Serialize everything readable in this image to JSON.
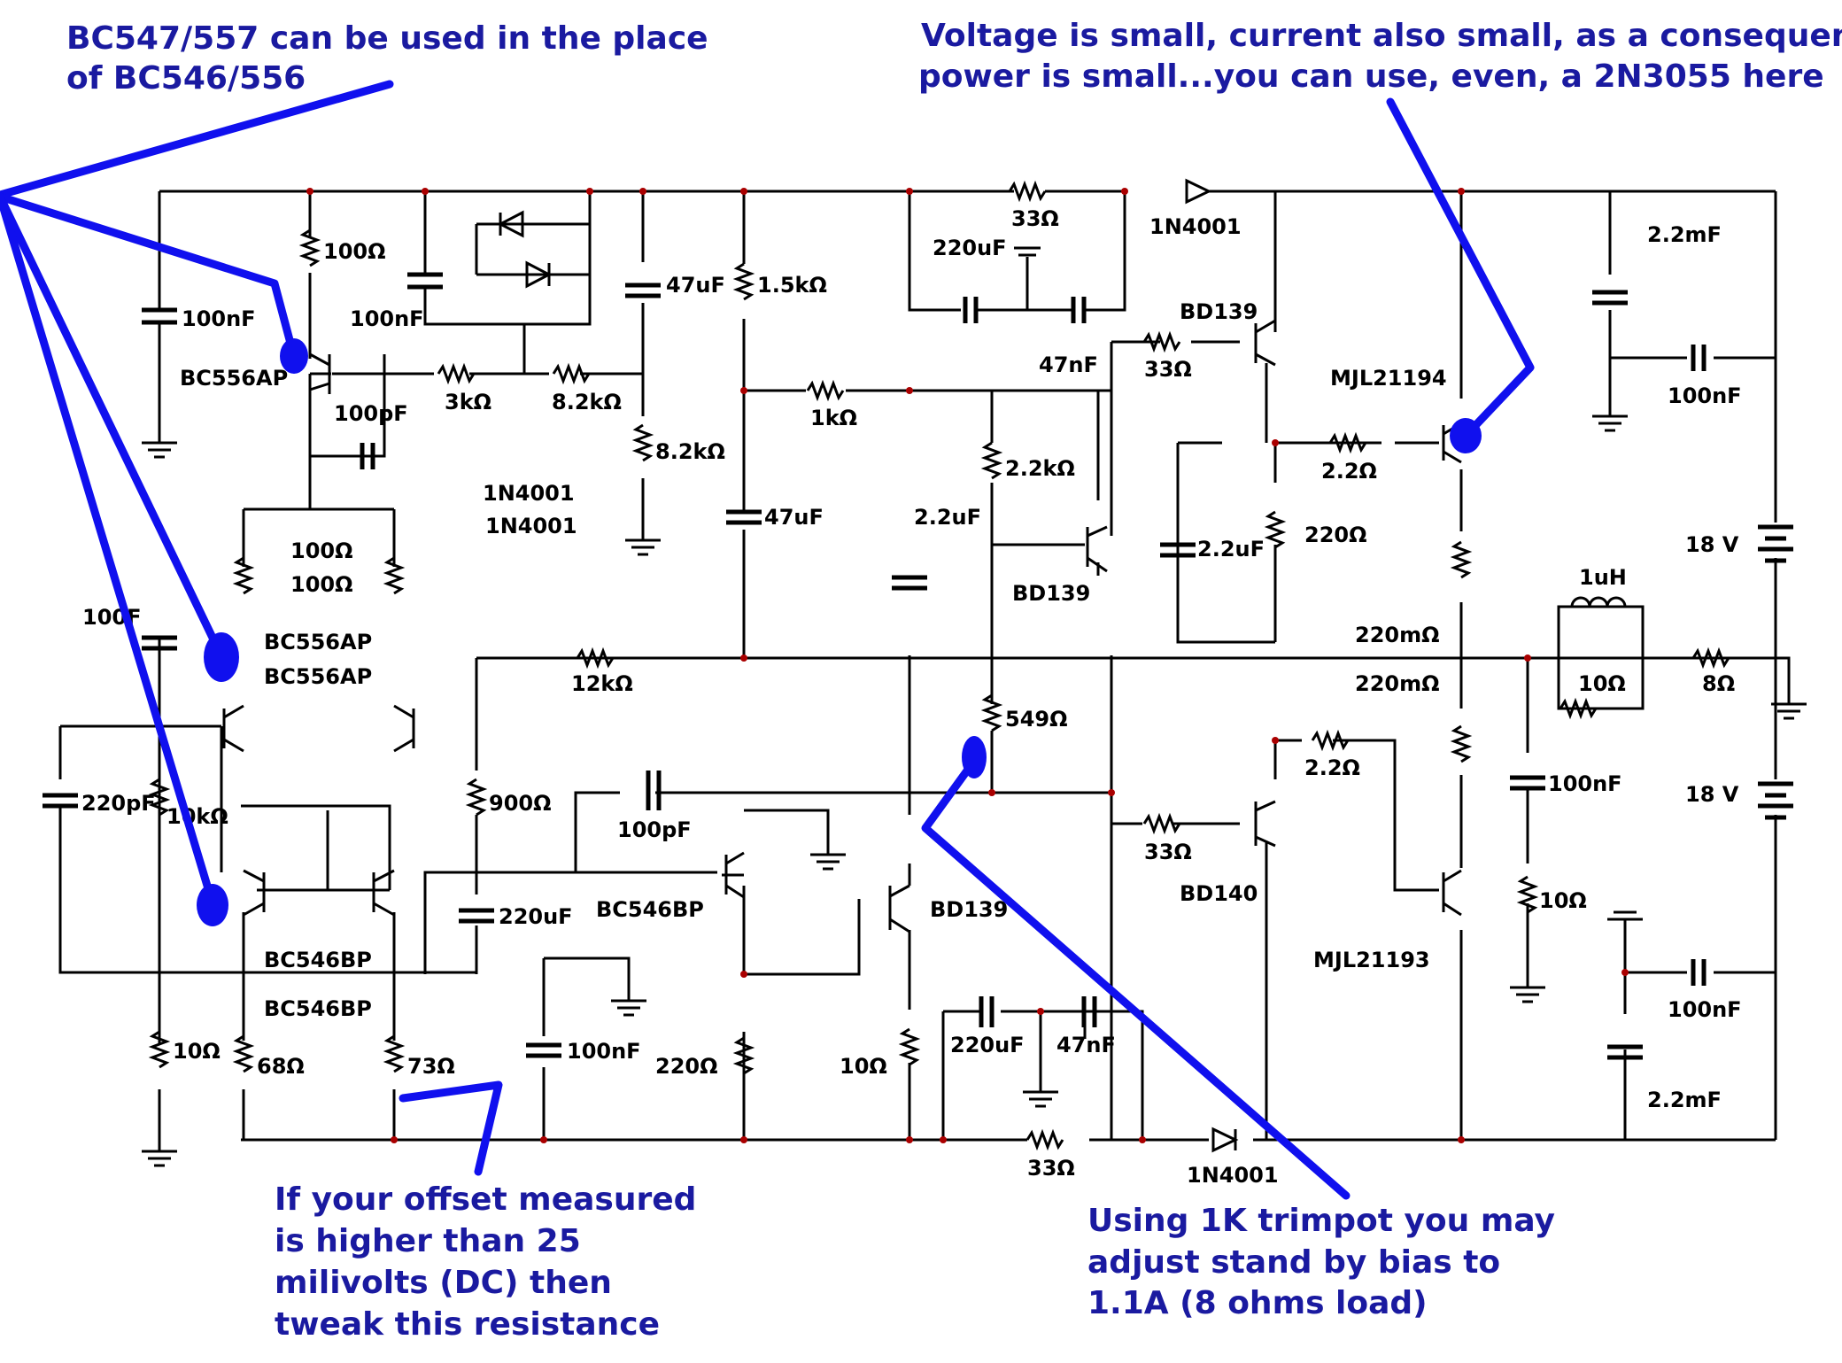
{
  "notes": {
    "bc547_line1": "BC547/557 can be used in the place",
    "bc547_line2": "of BC546/556",
    "voltage_line1": "Voltage is small, current also small, as a consequence",
    "voltage_line2": "power is small...you can use, even, a 2N3055 here",
    "offset_line1": "If your offset measured",
    "offset_line2": "is higher than 25",
    "offset_line3": "milivolts (DC) then",
    "offset_line4": "tweak this resistance",
    "trimpot_line1": "Using 1K trimpot you may",
    "trimpot_line2": "adjust stand by bias to",
    "trimpot_line3": "1.1A (8 ohms load)"
  },
  "labels": {
    "r_100_top": "100Ω",
    "c_100nf_left": "100nF",
    "c_100nf_mid": "100nF",
    "q_bc556ap_top": "BC556AP",
    "c_100pf_top": "100pF",
    "r_3k": "3kΩ",
    "r_8k2_a": "8.2kΩ",
    "r_8k2_b": "8.2kΩ",
    "c_47uf_a": "47uF",
    "r_1k5": "1.5kΩ",
    "r_33_top": "33Ω",
    "c_220uf_top": "220uF",
    "d_1n4001_top": "1N4001",
    "d_1n4001_a": "1N4001",
    "d_1n4001_b": "1N4001",
    "q_bd139_top": "BD139",
    "c_47nf_top": "47nF",
    "r_33_b": "33Ω",
    "q_mjl21194": "MJL21194",
    "c_2m2_top": "2.2mF",
    "c_100nf_right_top": "100nF",
    "r_1k": "1kΩ",
    "r_2k2": "2.2kΩ",
    "r_2r2_top": "2.2Ω",
    "c_47uf_b": "47uF",
    "c_2u2_a": "2.2uF",
    "c_2u2_b": "2.2uF",
    "r_220": "220Ω",
    "bat_top": "18 V",
    "r_100_a": "100Ω",
    "r_100_b": "100Ω",
    "q_bd139_mid": "BD139",
    "l_1uh": "1uH",
    "r_220m_a": "220mΩ",
    "r_220m_b": "220mΩ",
    "c_100f": "100F",
    "q_bc556ap_a": "BC556AP",
    "q_bc556ap_b": "BC556AP",
    "r_12k": "12kΩ",
    "r_10_l": "10Ω",
    "r_8": "8Ω",
    "r_549": "549Ω",
    "c_220pf": "220pF",
    "r_10k": "10kΩ",
    "r_900": "900Ω",
    "c_100pf_mid": "100pF",
    "r_2r2_bot": "2.2Ω",
    "c_100nf_mid_right": "100nF",
    "bat_bot": "18 V",
    "r_33_c": "33Ω",
    "q_bd140": "BD140",
    "c_220uf_mid": "220uF",
    "q_bc546bp_mid": "BC546BP",
    "q_bd139_bot": "BD139",
    "r_10_r": "10Ω",
    "q_bc546bp_a": "BC546BP",
    "q_mjl21193": "MJL21193",
    "q_bc546bp_b": "BC546BP",
    "c_100nf_right_bot": "100nF",
    "r_10_b": "10Ω",
    "r_68": "68Ω",
    "r_73": "73Ω",
    "c_100nf_bot": "100nF",
    "r_220_bot": "220Ω",
    "r_10_c": "10Ω",
    "c_220uf_bot": "220uF",
    "c_47nf_bot": "47nF",
    "c_2m2_bot": "2.2mF",
    "r_33_bot": "33Ω",
    "d_1n4001_bot": "1N4001"
  },
  "colors": {
    "annotation": "#1010ee",
    "annotation_text": "#1a1aa0",
    "circuit": "#000000",
    "junction": "#aa0000"
  }
}
